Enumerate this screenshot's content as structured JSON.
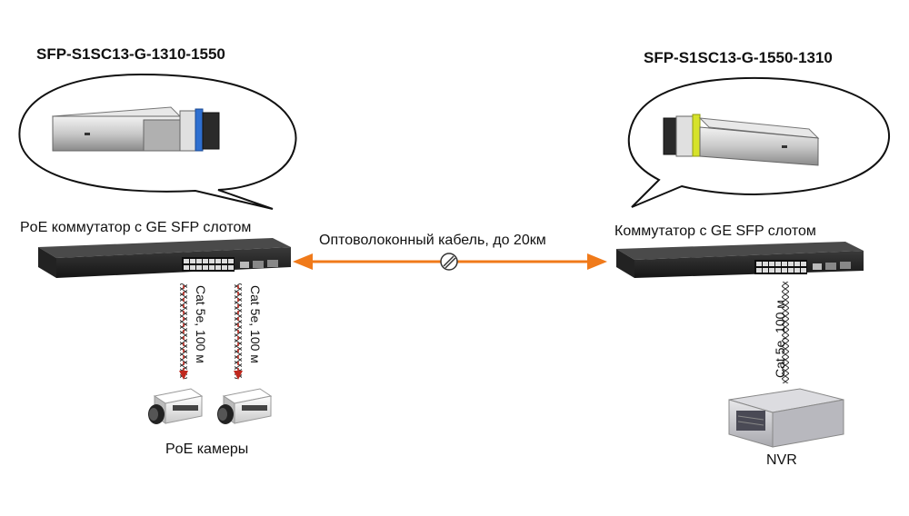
{
  "left": {
    "sfp_title": "SFP-S1SC13-G-1310-1550",
    "switch_label": "PoE коммутатор с GE SFP слотом",
    "cable_label_1": "Cat 5e, 100 м",
    "cable_label_2": "Cat 5e, 100 м",
    "cameras_label": "PoE камеры",
    "sfp_latch_color": "#2e6fd0"
  },
  "right": {
    "sfp_title": "SFP-S1SC13-G-1550-1310",
    "switch_label": "Коммутатор с GE SFP слотом",
    "cable_label": "Cat 5e, 100 м",
    "nvr_label": "NVR",
    "sfp_latch_color": "#d6e22a"
  },
  "link": {
    "label": "Оптоволоконный кабель, до 20км",
    "color": "#f07a1a"
  },
  "cable_arrow_color": "#c0281e"
}
